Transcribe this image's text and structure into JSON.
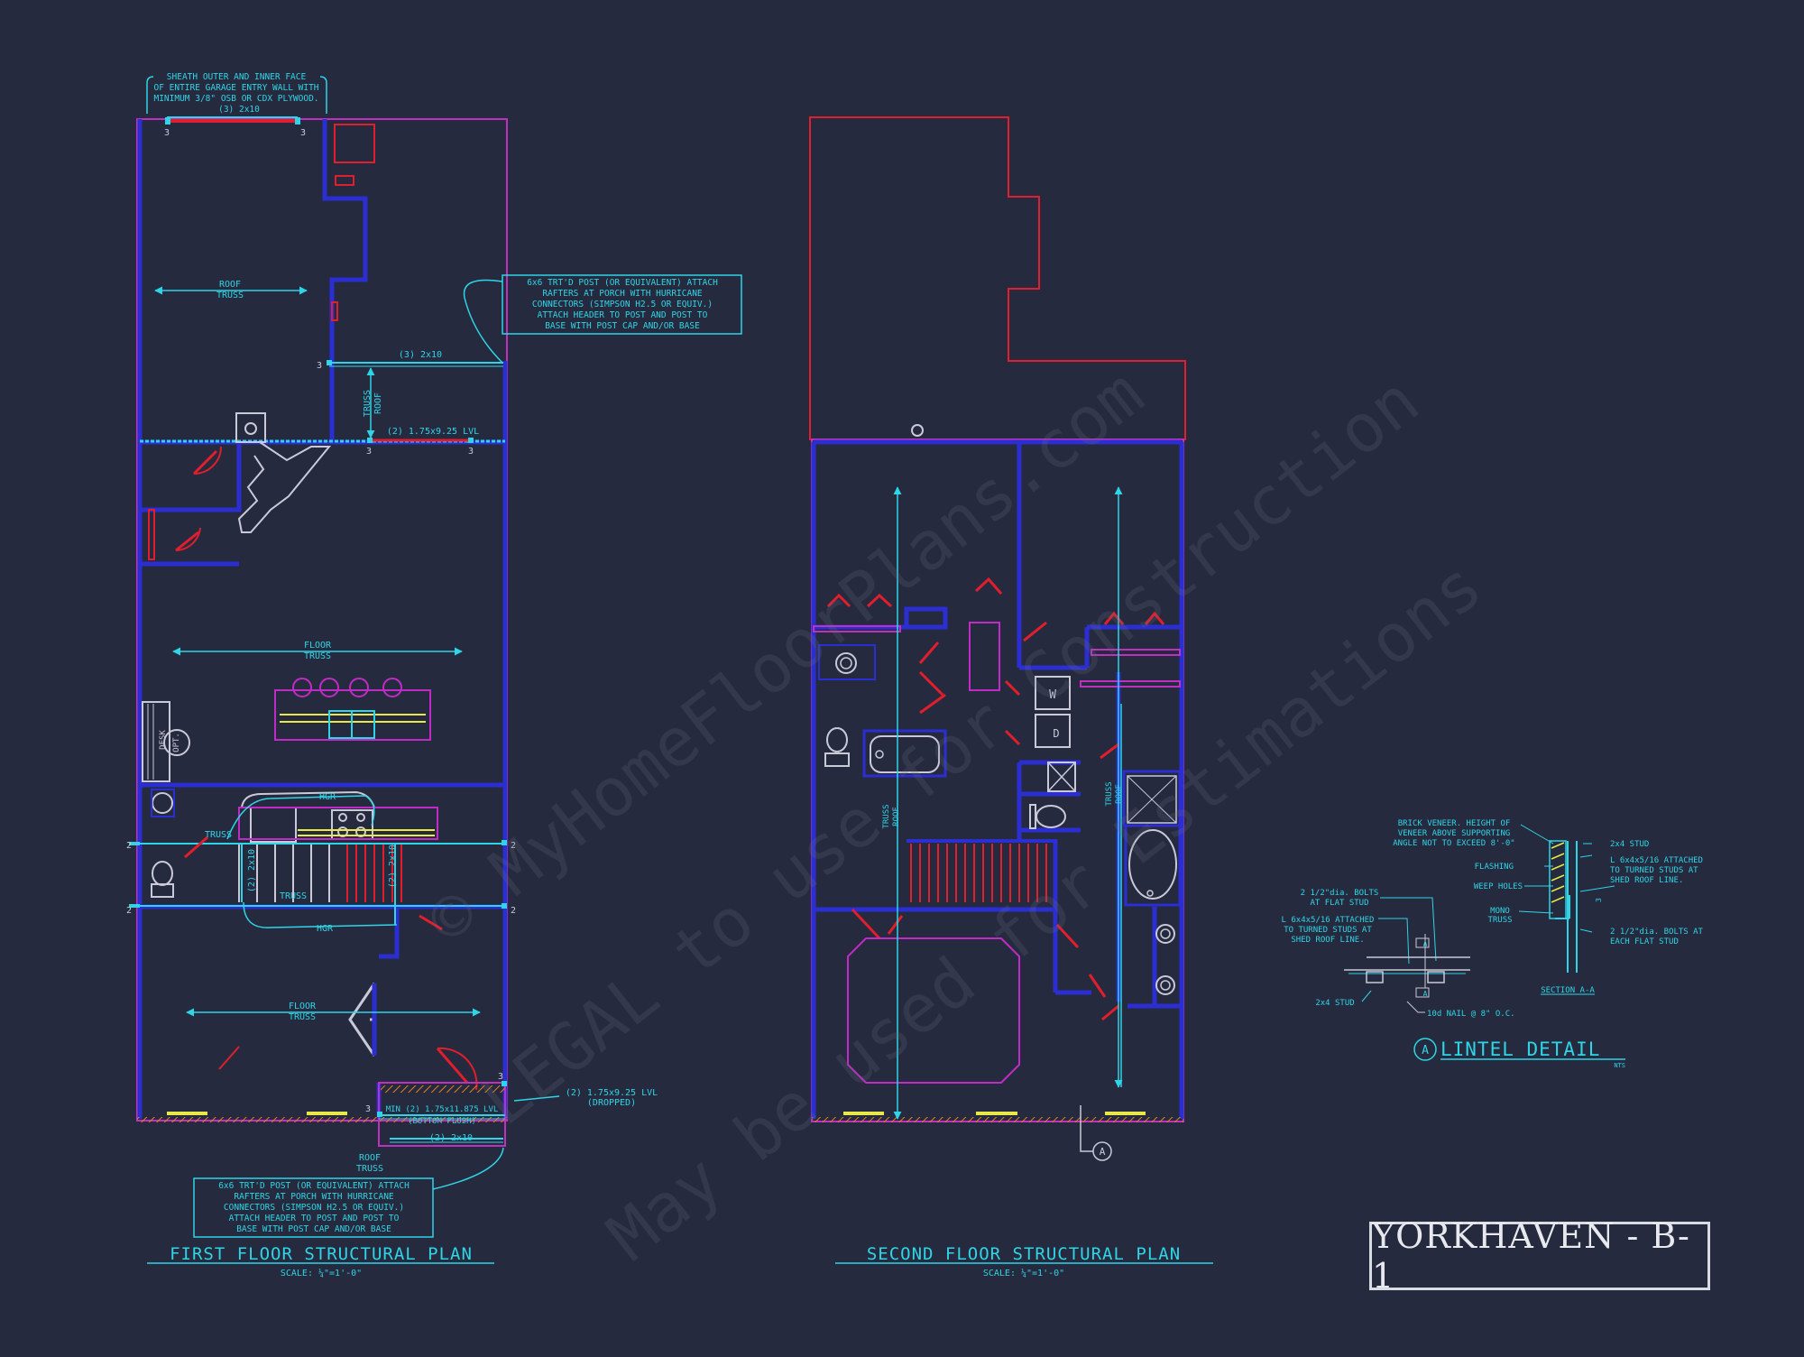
{
  "first_floor": {
    "title": "FIRST FLOOR STRUCTURAL PLAN",
    "scale": "SCALE: ¼\"=1'-0\"",
    "notes": {
      "sheath": [
        "SHEATH OUTER AND INNER FACE",
        "OF ENTIRE GARAGE ENTRY WALL WITH",
        "MINIMUM 3/8\" OSB OR CDX PLYWOOD.",
        "(3) 2x10"
      ],
      "post_top": [
        "6x6 TRT'D POST (OR EQUIVALENT) ATTACH",
        "RAFTERS AT PORCH WITH HURRICANE",
        "CONNECTORS (SIMPSON H2.5 OR EQUIV.)",
        "ATTACH HEADER TO POST AND POST TO",
        "BASE WITH POST CAP AND/OR BASE"
      ],
      "post_bottom": [
        "6x6 TRT'D POST (OR EQUIVALENT) ATTACH",
        "RAFTERS AT PORCH WITH HURRICANE",
        "CONNECTORS (SIMPSON H2.5 OR EQUIV.)",
        "ATTACH HEADER TO POST AND POST TO",
        "BASE WITH POST CAP AND/OR BASE"
      ]
    },
    "labels": {
      "roof_truss_1": "ROOF",
      "roof_truss_2": "TRUSS",
      "header_3_2x10": "(3) 2x10",
      "lvl_2": "(2) 1.75x9.25 LVL",
      "truss_roof_1": "TRUSS",
      "truss_roof_2": "ROOF",
      "floor_truss_1a": "FLOOR",
      "floor_truss_1b": "TRUSS",
      "floor_truss_2a": "FLOOR",
      "floor_truss_2b": "TRUSS",
      "hgr_top": "HGR",
      "hgr_bottom": "HGR",
      "truss_left": "TRUSS",
      "truss_mid": "TRUSS",
      "lvl_2x10_left": "(2) 2x10",
      "lvl_2x10_right": "(2) 2x10",
      "lvl_min": "MIN (2) 1.75x11.875 LVL",
      "bottom_flush": "(BOTTOM FLUSH)",
      "header_2_2x10": "(2) 2x10",
      "lvl_dropped_1": "(2) 1.75x9.25 LVL",
      "lvl_dropped_2": "(DROPPED)",
      "roof_truss_b1": "ROOF",
      "roof_truss_b2": "TRUSS",
      "desk": "DESK",
      "opt": "OPT.",
      "dim_3": "3",
      "dim_2": "2"
    }
  },
  "second_floor": {
    "title": "SECOND FLOOR STRUCTURAL PLAN",
    "scale": "SCALE: ¼\"=1'-0\"",
    "labels": {
      "truss_roof_a1": "TRUSS",
      "truss_roof_a2": "ROOF",
      "truss_roof_b1": "TRUSS",
      "truss_roof_b2": "ROOF",
      "washer": "W",
      "dryer": "D",
      "section_marker": "A"
    }
  },
  "lintel_detail": {
    "marker": "A",
    "title": "LINTEL DETAIL",
    "nts": "NTS",
    "notes": {
      "brick": [
        "BRICK VENEER. HEIGHT OF",
        "VENEER ABOVE SUPPORTING",
        "ANGLE NOT TO EXCEED 8'-0\""
      ],
      "stud_2x4": "2x4 STUD",
      "angle_right": [
        "L 6x4x5/16 ATTACHED",
        "TO TURNED STUDS AT",
        "SHED ROOF LINE."
      ],
      "flashing": "FLASHING",
      "weep": "WEEP HOLES",
      "mono": [
        "MONO",
        "TRUSS"
      ],
      "bolts_flat": [
        "2 1/2\"dia. BOLTS",
        "AT FLAT STUD"
      ],
      "angle_left": [
        "L 6x4x5/16 ATTACHED",
        "TO TURNED STUDS AT",
        "SHED ROOF LINE."
      ],
      "bolts_each": [
        "2 1/2\"dia. BOLTS AT",
        "EACH FLAT STUD"
      ],
      "stud_2x4_b": "2x4 STUD",
      "nail": "10d NAIL @ 8\" O.C.",
      "section": "SECTION A-A",
      "section_tag": "A"
    }
  },
  "title_block": {
    "name": "YORKHAVEN - B-1"
  },
  "watermark": {
    "line1": "© MyHomeFloorPlans.com",
    "line2": "LEGAL to use for Construction",
    "line3": "May be used for Estimations"
  },
  "colors": {
    "wall": "#2b2fd1",
    "accent": "#2fd5e6",
    "outline": "#e01e2d",
    "fixture": "#c02bc8",
    "beam": "#e8e84a"
  }
}
